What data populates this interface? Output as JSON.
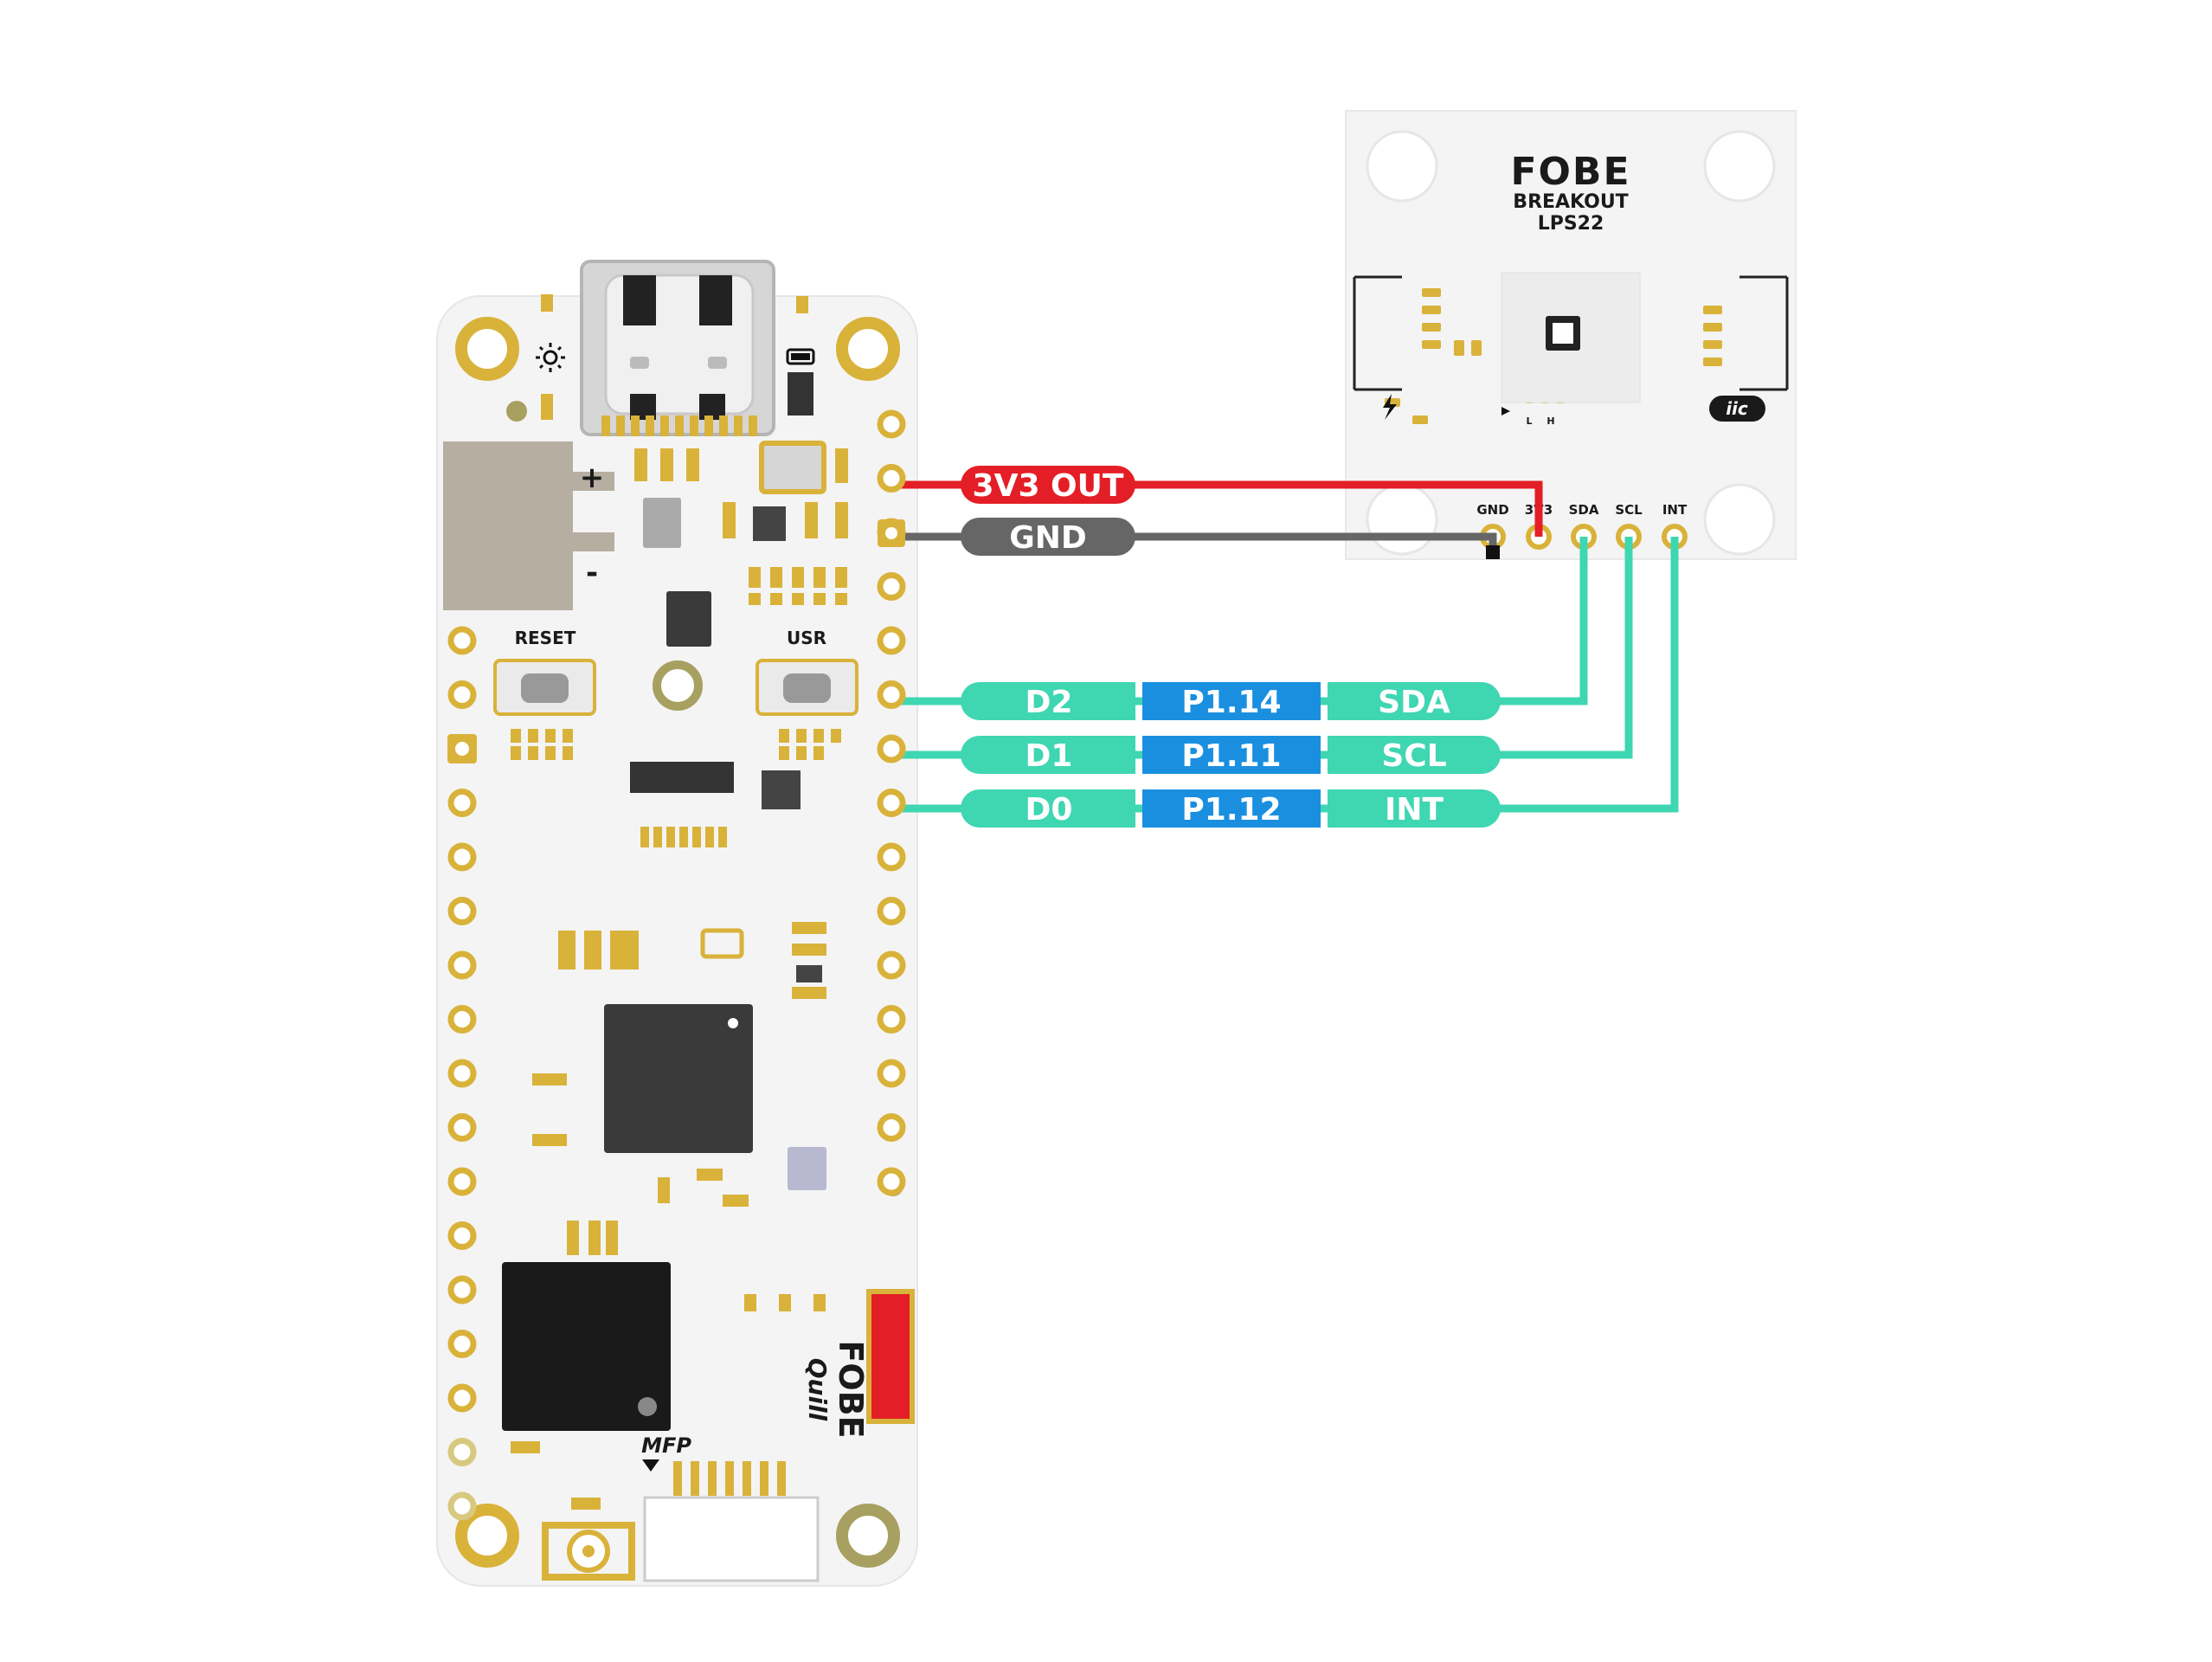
{
  "colors": {
    "board_bg": "#f4f4f4",
    "gold": "#d9b23a",
    "gold_dark": "#b89020",
    "chip": "#3a3a3a",
    "wire_power": "#e41e26",
    "wire_gnd": "#666666",
    "wire_signal": "#3fd6b2",
    "pin_label_blue": "#1a8fe0"
  },
  "breakout": {
    "brand": "FOBE",
    "title": "BREAKOUT",
    "model": "LPS22",
    "protocol_badge": "iic",
    "jumper_low": "L",
    "jumper_high": "H",
    "pins": [
      "GND",
      "3V3",
      "SDA",
      "SCL",
      "INT"
    ]
  },
  "quill": {
    "brand": "FOBE",
    "name": "Quill",
    "reset_label": "RESET",
    "user_label": "USR",
    "mfp_label": "MFP",
    "battery_plus": "+",
    "battery_minus": "-"
  },
  "connections": [
    {
      "label": "3V3 OUT",
      "kind": "power"
    },
    {
      "label": "GND",
      "kind": "ground"
    },
    {
      "board_pin": "D2",
      "port": "P1.14",
      "sensor_pin": "SDA",
      "kind": "signal"
    },
    {
      "board_pin": "D1",
      "port": "P1.11",
      "sensor_pin": "SCL",
      "kind": "signal"
    },
    {
      "board_pin": "D0",
      "port": "P1.12",
      "sensor_pin": "INT",
      "kind": "signal"
    }
  ]
}
